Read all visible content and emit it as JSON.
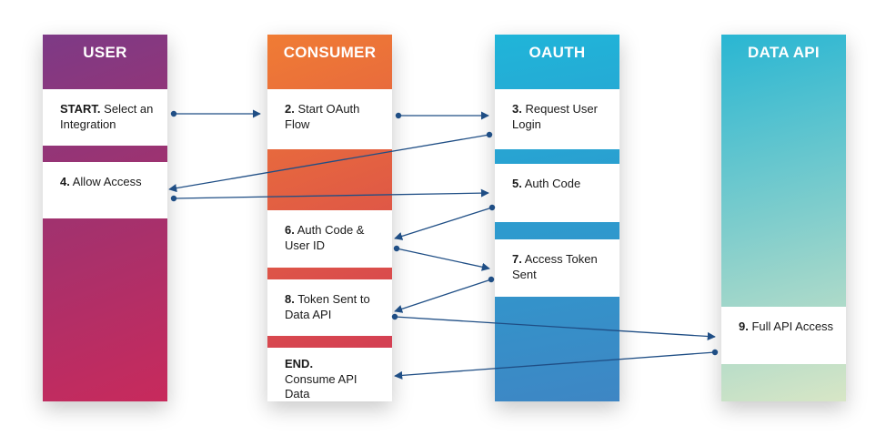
{
  "columns": [
    {
      "id": "user",
      "title": "USER",
      "color": "#a0326f",
      "cards": [
        {
          "step": "START.",
          "text": "Select an Integration"
        },
        {
          "step": "4.",
          "text": "Allow Access"
        }
      ]
    },
    {
      "id": "consumer",
      "title": "CONSUMER",
      "color": "#e05a45",
      "cards": [
        {
          "step": "2.",
          "text": "Start OAuth Flow"
        },
        {
          "step": "6.",
          "text": "Auth Code & User ID"
        },
        {
          "step": "8.",
          "text": "Token Sent to Data API"
        },
        {
          "step": "END.",
          "text": "Consume API Data"
        }
      ]
    },
    {
      "id": "oauth",
      "title": "OAUTH",
      "color": "#2a9fd0",
      "cards": [
        {
          "step": "3.",
          "text": "Request User Login"
        },
        {
          "step": "5.",
          "text": "Auth Code"
        },
        {
          "step": "7.",
          "text": "Access Token Sent"
        }
      ]
    },
    {
      "id": "dataapi",
      "title": "DATA API",
      "color": "#7fcdcc",
      "cards": [
        {
          "step": "9.",
          "text": "Full API Access"
        }
      ]
    }
  ],
  "arrow_color": "#1f4e85",
  "flows": [
    {
      "from": "START. Select an Integration",
      "to": "2. Start OAuth Flow"
    },
    {
      "from": "2. Start OAuth Flow",
      "to": "3. Request User Login"
    },
    {
      "from": "3. Request User Login",
      "to": "4. Allow Access"
    },
    {
      "from": "4. Allow Access",
      "to": "5. Auth Code"
    },
    {
      "from": "5. Auth Code",
      "to": "6. Auth Code & User ID"
    },
    {
      "from": "6. Auth Code & User ID",
      "to": "7. Access Token Sent"
    },
    {
      "from": "7. Access Token Sent",
      "to": "8. Token Sent to Data API"
    },
    {
      "from": "8. Token Sent to Data API",
      "to": "9. Full API Access"
    },
    {
      "from": "9. Full API Access",
      "to": "END. Consume API Data"
    }
  ]
}
